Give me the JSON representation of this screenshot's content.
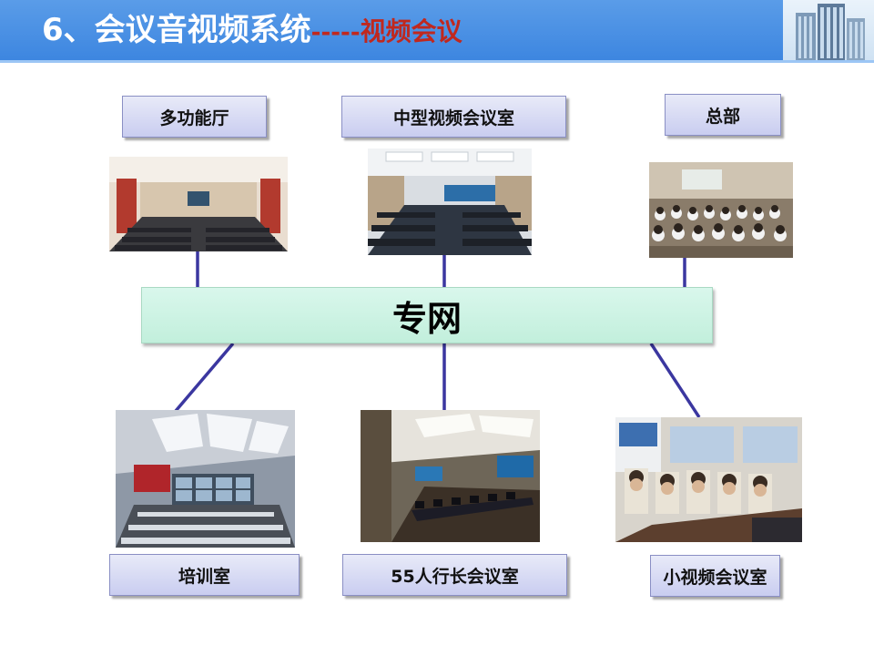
{
  "header": {
    "title": "6、会议音视频系统",
    "dashes": "-----",
    "subtitle": "视频会议"
  },
  "network": {
    "label": "专网"
  },
  "rooms": [
    {
      "label": "多功能厅"
    },
    {
      "label": "中型视频会议室"
    },
    {
      "label": "总部"
    },
    {
      "label": "培训室"
    },
    {
      "label": "55人行长会议室"
    },
    {
      "label": "小视频会议室"
    }
  ],
  "colors": {
    "header": "#3d86e0",
    "subtitle": "#c0281e",
    "connector": "#3b37a0",
    "network_fill": "#c9f2e1",
    "label_fill": "#d6d9f4"
  }
}
